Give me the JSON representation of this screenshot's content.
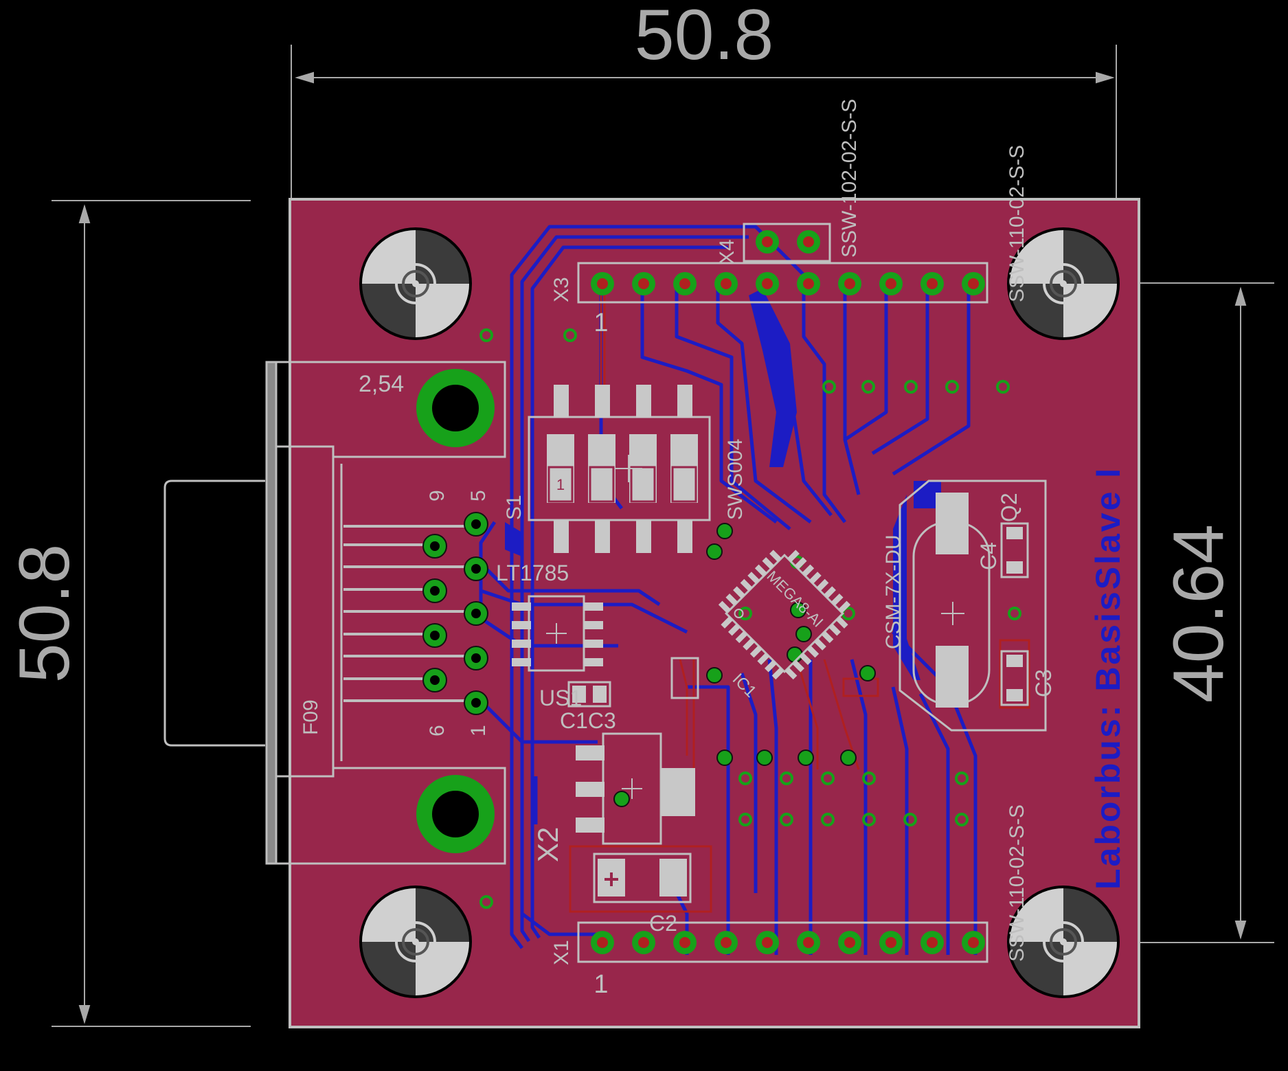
{
  "dimensions": {
    "top_width": "50.8",
    "left_height": "50.8",
    "right_spacing": "40.64"
  },
  "board_title": "Laborbus: BasisSlave I",
  "colors": {
    "board": "#98264b",
    "trace_bottom": "#1c1cc4",
    "trace_top": "#b02020",
    "pad_green": "#17a11a",
    "silkscreen": "#c8c8c8",
    "dimension": "#a9a9a9"
  },
  "labels": {
    "connector_top_a": "SSW-102-02-S-S",
    "connector_top_b": "SSW-110-02-S-S",
    "connector_bottom": "SSW-110-02-S-S",
    "x1": "X1",
    "x2": "X2",
    "x3": "X3",
    "x4": "X4",
    "pin_one_top": "1",
    "pin_one_bottom": "1",
    "mount_hole": "2,54",
    "dsub": "F09",
    "dsub_pin_9": "9",
    "dsub_pin_5": "5",
    "dsub_pin_6": "6",
    "dsub_pin_1": "1",
    "dip_switch_ref": "S1",
    "dip_switch_part": "SWS004",
    "dip_switch_pos": "1",
    "transceiver": "LT1785",
    "transceiver_ref": "US1",
    "cap_c1_c3": "C1C3",
    "cap_c2": "C2",
    "cap_c3": "C3",
    "cap_c4": "C4",
    "crystal_ref": "Q2",
    "crystal_part": "CSM-7X-DU",
    "mcu_ref": "IC1",
    "mcu_part": "MEGA8-AI"
  }
}
